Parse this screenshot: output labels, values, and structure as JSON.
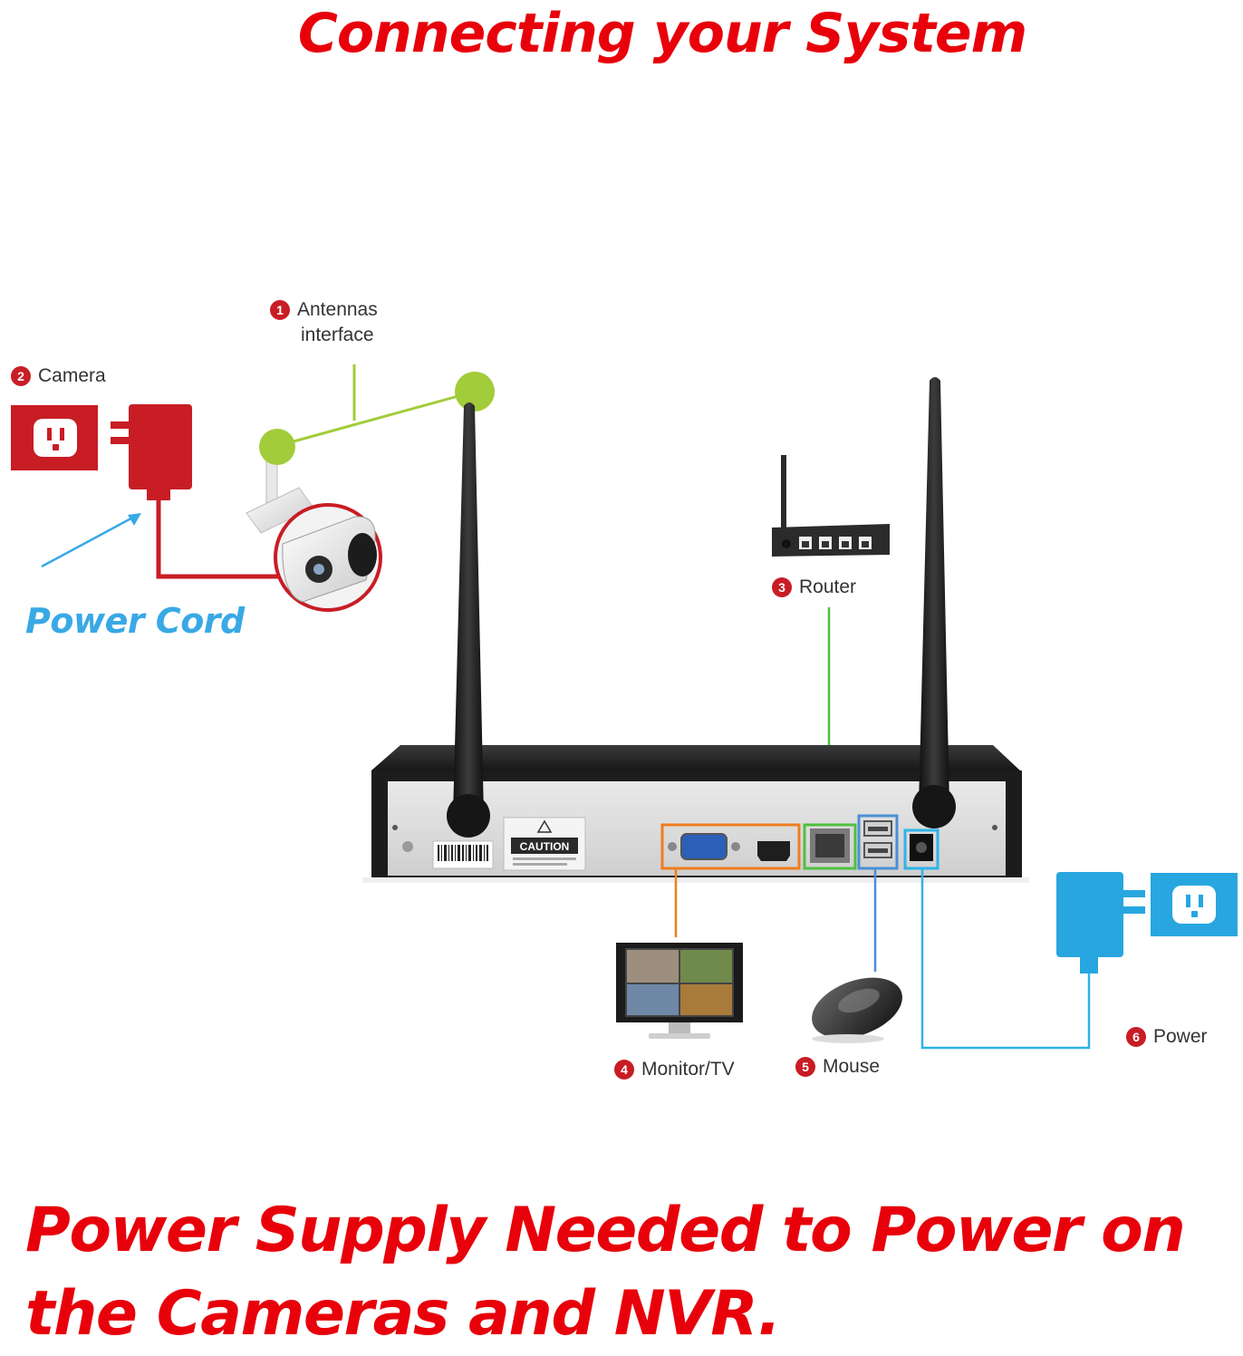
{
  "title": "Connecting your System",
  "footer": {
    "line1": "Power Supply Needed to Power on",
    "line2": "the Cameras and NVR."
  },
  "callouts": [
    {
      "number": "1",
      "label_line1": "Antennas",
      "label_line2": "interface"
    },
    {
      "number": "2",
      "label": "Camera"
    },
    {
      "number": "3",
      "label": "Router"
    },
    {
      "number": "4",
      "label": "Monitor/TV"
    },
    {
      "number": "5",
      "label": "Mouse"
    },
    {
      "number": "6",
      "label": "Power"
    }
  ],
  "power_cord_label": "Power Cord",
  "nvr": {
    "caution_label": "CAUTION"
  },
  "colors": {
    "title_red": "#e8000a",
    "badge_red": "#c81d25",
    "outlet_red": "#c81d25",
    "outlet_blue": "#28a6e0",
    "power_cord_blue": "#39a9e6",
    "antenna_green": "#a2cc3a",
    "router_green": "#4fbf3f",
    "monitor_orange": "#f07d1e",
    "mouse_blue": "#4a8fd6",
    "power_blue": "#2fb3e8"
  }
}
